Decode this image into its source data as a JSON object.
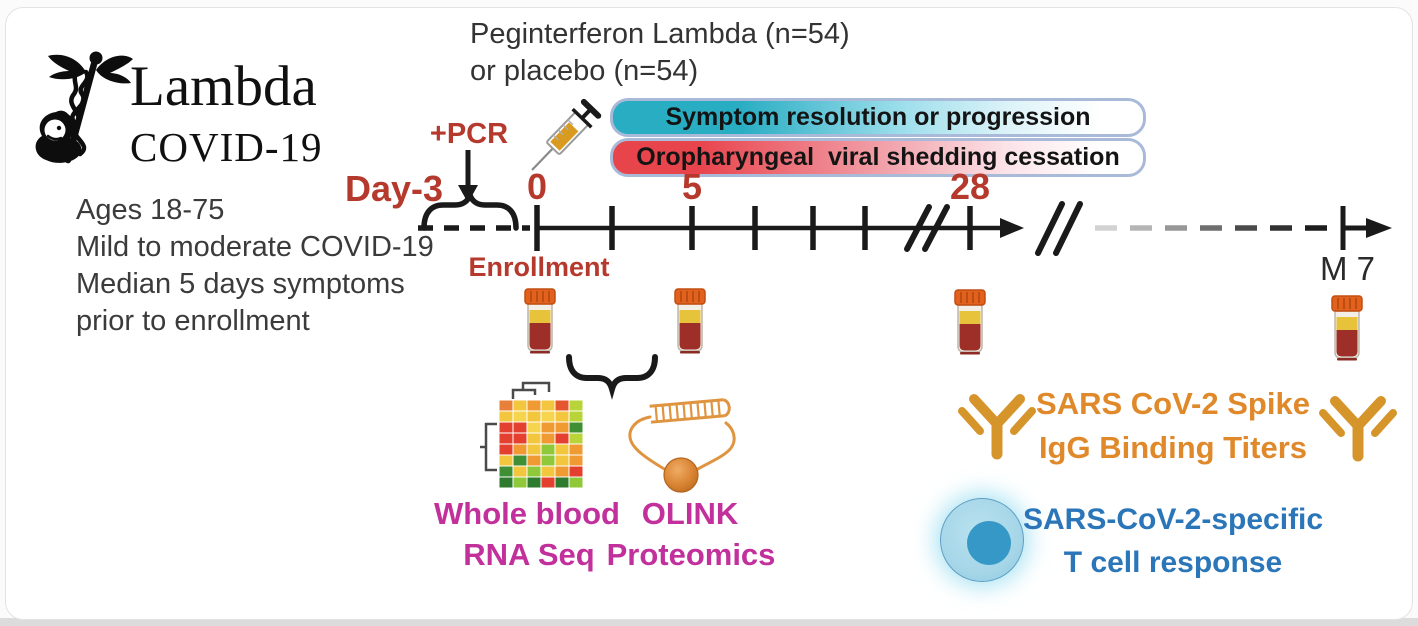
{
  "logo": {
    "title": "Lambda",
    "subtitle": "COVID-19"
  },
  "eligibility": {
    "line1": "Ages 18-75",
    "line2": "Mild to moderate COVID-19",
    "line3": "Median 5 days symptoms",
    "line4": "prior to enrollment"
  },
  "intervention": {
    "line1": "Peginterferon Lambda (n=54)",
    "line2": "or placebo (n=54)",
    "pcr_label": "+PCR"
  },
  "outcome_bars": {
    "bar1": "Symptom resolution or progression",
    "bar2": "Oropharyngeal  viral shedding cessation"
  },
  "timeline": {
    "day_pre": "Day-3",
    "day0": "0",
    "day5": "5",
    "day28": "28",
    "month7": "M 7",
    "enrollment": "Enrollment"
  },
  "assays": {
    "transcriptomics_line1": "Whole blood",
    "transcriptomics_line2": "RNA Seq",
    "proteomics_line1": "OLINK",
    "proteomics_line2": "Proteomics",
    "serology_line1": "SARS CoV-2 Spike",
    "serology_line2": "IgG Binding Titers",
    "tcell_line1": "SARS-CoV-2-specific",
    "tcell_line2": "T cell response"
  },
  "icons": {
    "logo": "caduceus-figure-icon",
    "syringe": "syringe-icon",
    "blood_tube": "blood-tube-icon",
    "heatmap": "rnaseq-heatmap-icon",
    "olink": "olink-proteomics-icon",
    "antibody": "antibody-icon",
    "tcell": "t-cell-icon"
  },
  "colors": {
    "accent_red": "#b5392c",
    "bar_teal": "#29adc3",
    "bar_red": "#e8444c",
    "bar_border": "#a9bad9",
    "magenta": "#c2309c",
    "orange": "#e0892b",
    "blue": "#2b76b9",
    "antibody_gold": "#d6952b"
  }
}
